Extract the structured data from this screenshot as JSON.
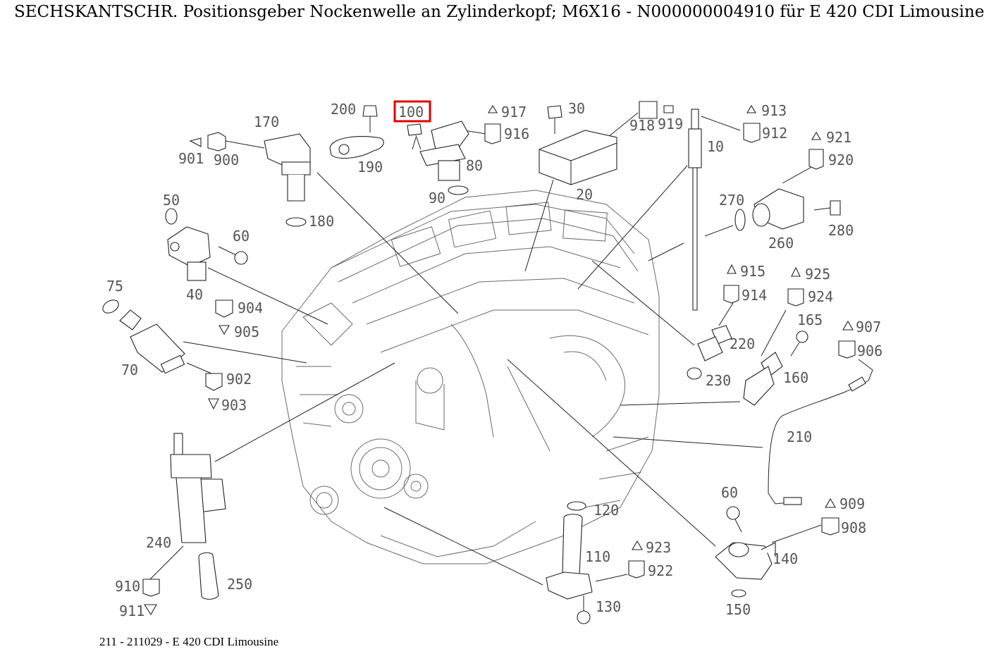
{
  "page_title": "SECHSKANTSCHR. Positionsgeber Nockenwelle an Zylinderkopf; M6X16 - N000000004910 für E 420 CDI Limousine",
  "caption": "211 - 211029 - E 420 CDI Limousine",
  "highlighted_part": "100",
  "highlight_color": "#e00000",
  "part_labels": {
    "p10": "10",
    "p20": "20",
    "p30": "30",
    "p40": "40",
    "p50": "50",
    "p60a": "60",
    "p60b": "60",
    "p70": "70",
    "p75": "75",
    "p80": "80",
    "p90": "90",
    "p100": "100",
    "p110": "110",
    "p120": "120",
    "p130": "130",
    "p140": "140",
    "p150": "150",
    "p160": "160",
    "p165": "165",
    "p170": "170",
    "p180": "180",
    "p190": "190",
    "p200": "200",
    "p210": "210",
    "p220": "220",
    "p230": "230",
    "p240": "240",
    "p250": "250",
    "p260": "260",
    "p270": "270",
    "p280": "280",
    "p900": "900",
    "p901": "901",
    "p902": "902",
    "p903": "903",
    "p904": "904",
    "p905": "905",
    "p906": "906",
    "p907": "907",
    "p908": "908",
    "p909": "909",
    "p910": "910",
    "p911": "911",
    "p912": "912",
    "p913": "913",
    "p914": "914",
    "p915": "915",
    "p916": "916",
    "p917": "917",
    "p918": "918",
    "p919": "919",
    "p920": "920",
    "p921": "921",
    "p922": "922",
    "p923": "923",
    "p924": "924",
    "p925": "925"
  }
}
